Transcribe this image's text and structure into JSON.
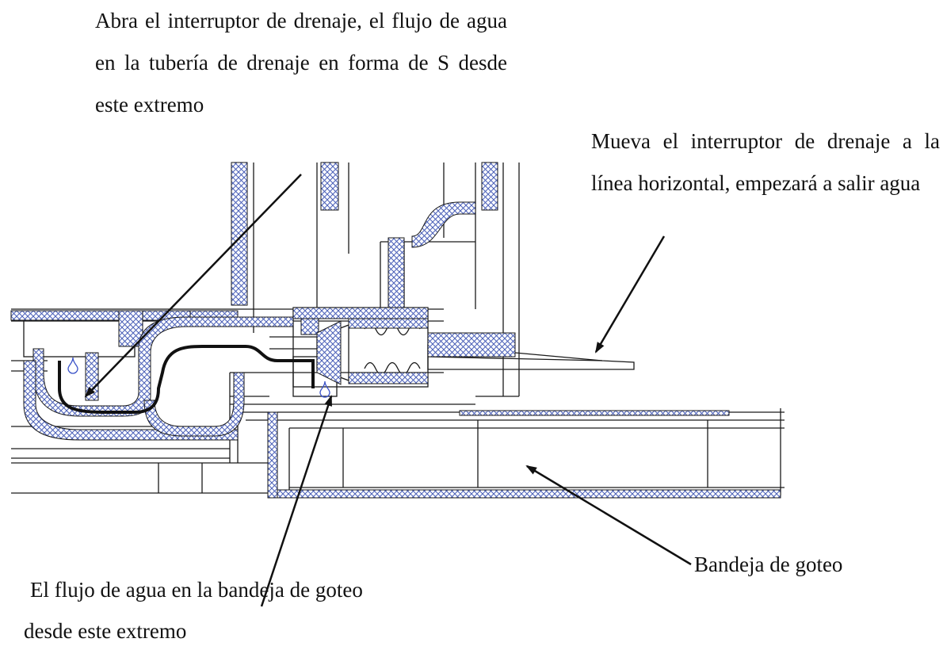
{
  "annotations": {
    "top_left": "Abra el interruptor de drenaje, el flujo de agua en la tubería de drenaje en forma de S desde este extremo",
    "top_right": "Mueva el interruptor de drenaje a la línea horizontal, empezará a salir agua",
    "bottom_left_line1": "El flujo de agua en la bandeja de goteo",
    "bottom_left_line2": "desde este extremo",
    "bottom_right": "Bandeja de goteo"
  },
  "colors": {
    "line": "#1a1a1a",
    "hatch": "#4a5fb8",
    "text": "#111111"
  },
  "icons": [
    "water-drop-icon",
    "water-drop-icon"
  ]
}
